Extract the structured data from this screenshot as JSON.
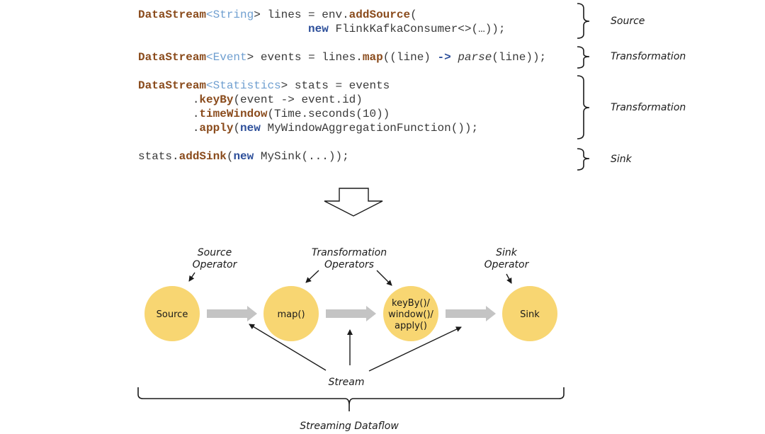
{
  "code": {
    "line1": {
      "type": "DataStream",
      "lt": "<",
      "generic": "String",
      "gt": ">",
      "text1": " lines = env.",
      "method": "addSource",
      "text2": "("
    },
    "line2": {
      "indent": "                         ",
      "new": "new",
      "text": " FlinkKafkaConsumer<>(…));"
    },
    "line3": {
      "type": "DataStream",
      "lt": "<",
      "generic": "Event",
      "gt": ">",
      "text1": " events = lines.",
      "method": "map",
      "text2": "((line) ",
      "arrow": "->",
      "text3": " ",
      "italic": "parse",
      "text4": "(line));"
    },
    "line4": {
      "type": "DataStream",
      "lt": "<",
      "generic": "Statistics",
      "gt": ">",
      "text1": " stats = events"
    },
    "line5": {
      "indent": "        .",
      "method": "keyBy",
      "text": "(event -> event.id)"
    },
    "line6": {
      "indent": "        .",
      "method": "timeWindow",
      "text": "(Time.seconds(10))"
    },
    "line7": {
      "indent": "        .",
      "method": "apply",
      "text1": "(",
      "new": "new",
      "text2": " MyWindowAggregationFunction());"
    },
    "line8": {
      "text1": "stats.",
      "method": "addSink",
      "text2": "(",
      "new": "new",
      "text3": " MySink(...));"
    }
  },
  "annotations": {
    "source": "Source",
    "transformation1": "Transformation",
    "transformation2": "Transformation",
    "sink": "Sink"
  },
  "diagram": {
    "labels": {
      "source_operator_line1": "Source",
      "source_operator_line2": "Operator",
      "transformation_operators_line1": "Transformation",
      "transformation_operators_line2": "Operators",
      "sink_operator_line1": "Sink",
      "sink_operator_line2": "Operator",
      "stream": "Stream",
      "streaming_dataflow": "Streaming Dataflow"
    },
    "nodes": [
      {
        "id": "source",
        "lines": [
          "Source"
        ]
      },
      {
        "id": "map",
        "lines": [
          "map()"
        ]
      },
      {
        "id": "keyby",
        "lines": [
          "keyBy()/",
          "window()/",
          "apply()"
        ]
      },
      {
        "id": "sink",
        "lines": [
          "Sink"
        ]
      }
    ],
    "colors": {
      "node_fill": "#f8d672",
      "flow_arrow": "#c4c4c4",
      "line": "#1a1a1a"
    }
  }
}
